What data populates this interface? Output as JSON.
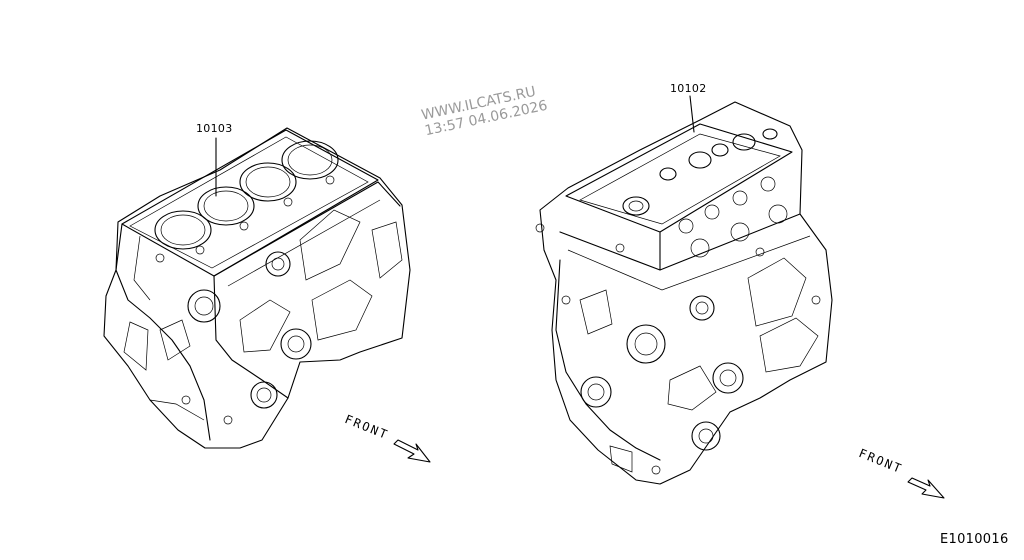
{
  "watermark": {
    "line1": "WWW.ILCATS.RU",
    "line2": "13:57 04.06.2026"
  },
  "parts": [
    {
      "id": "cylinder-block",
      "number": "10103"
    },
    {
      "id": "bare-engine",
      "number": "10102"
    }
  ],
  "front_labels": [
    "FRONT",
    "FRONT"
  ],
  "diagram_code": "E1010016"
}
